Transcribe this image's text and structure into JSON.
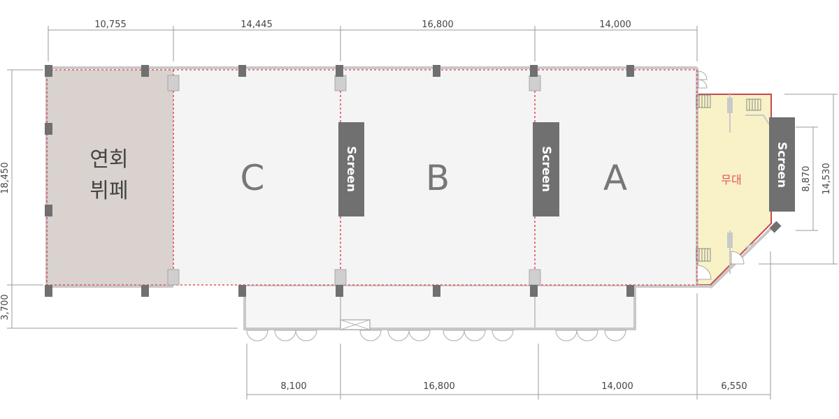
{
  "rooms": {
    "buffet_line1": "연회",
    "buffet_line2": "뷔페",
    "c": "C",
    "b": "B",
    "a": "A",
    "stage": "무대"
  },
  "screens": {
    "left": "Screen",
    "middle": "Screen",
    "right": "Screen"
  },
  "dimensions": {
    "top": [
      "10,755",
      "14,445",
      "16,800",
      "14,000"
    ],
    "bottom": [
      "8,100",
      "16,800",
      "14,000",
      "6,550"
    ],
    "left_height": "18,450",
    "left_lower": "3,700",
    "stage_screen": "8,870",
    "stage_height": "14,530"
  },
  "colors": {
    "buffet_fill": "#dad2cf",
    "hall_fill": "#f4f4f4",
    "stage_fill": "#f8f2c6",
    "partition": "#e5535f",
    "screen": "#707070",
    "stage_text": "#e5535f"
  }
}
